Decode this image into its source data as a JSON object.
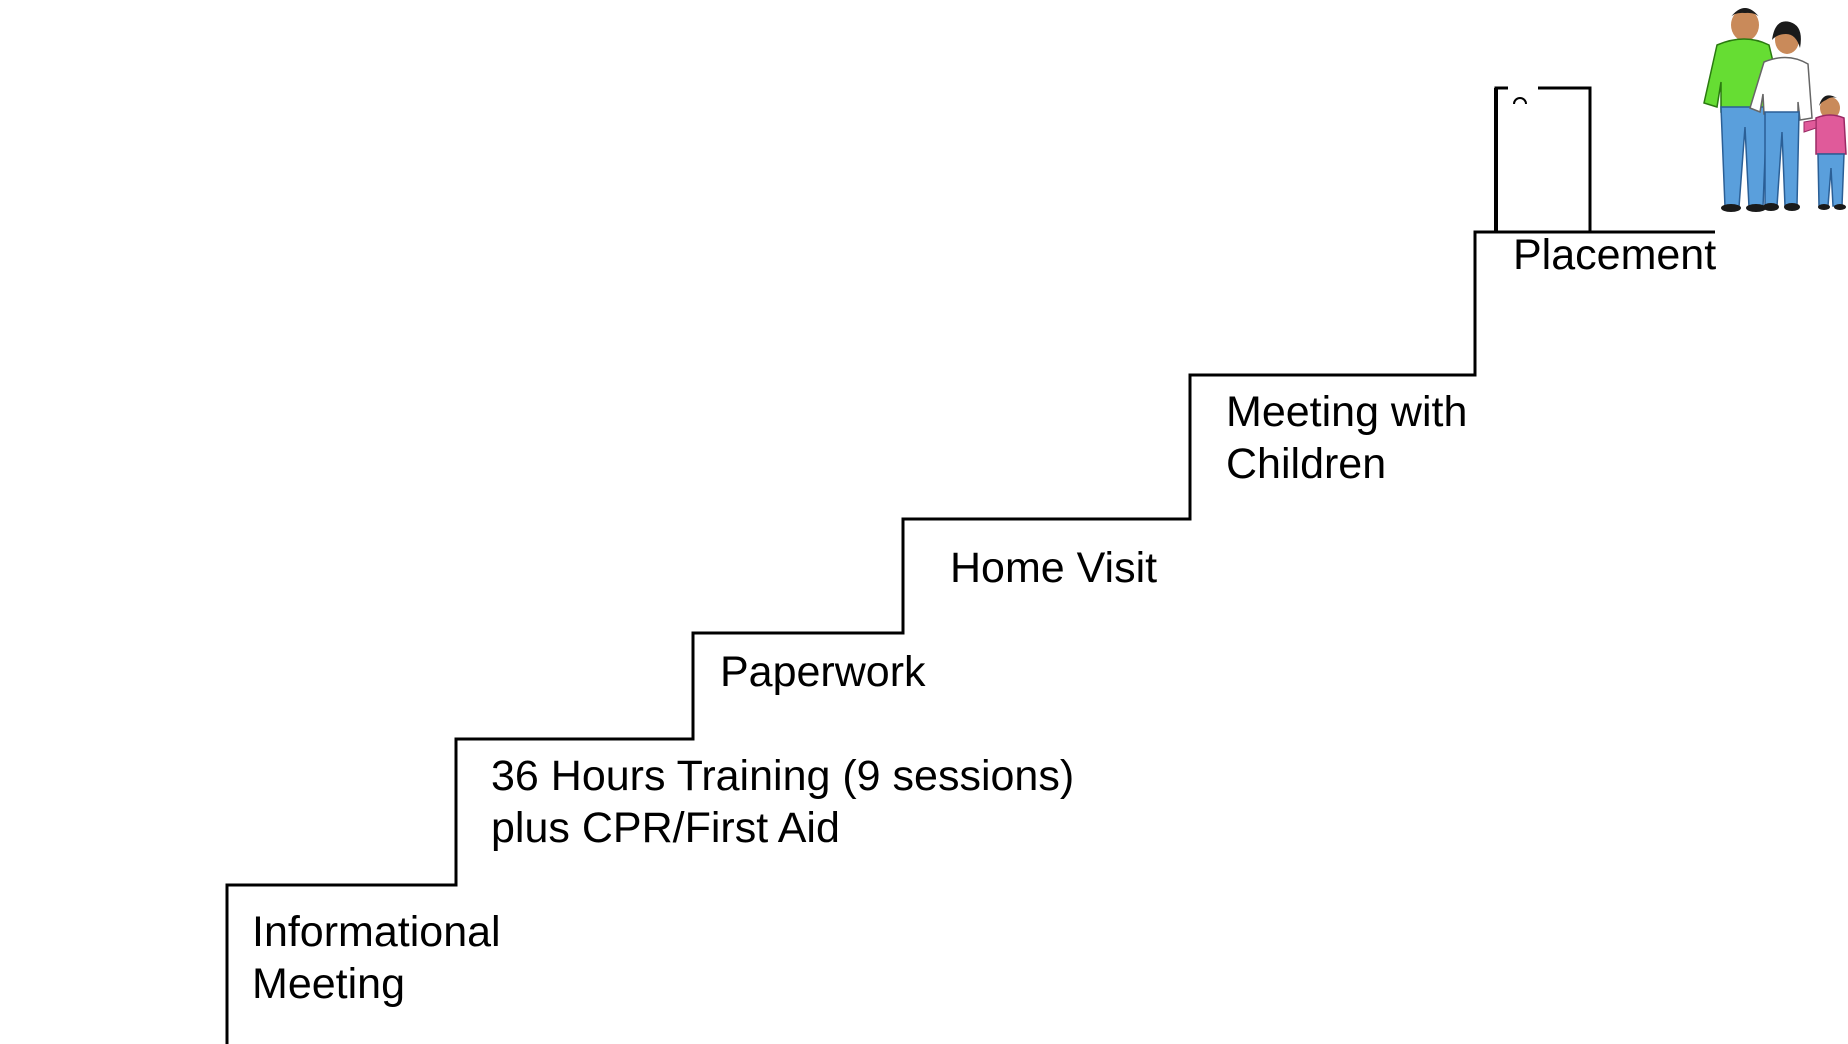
{
  "steps": [
    {
      "lines": [
        "Informational",
        "Meeting"
      ]
    },
    {
      "lines": [
        "36 Hours Training (9 sessions)",
        "plus CPR/First Aid"
      ]
    },
    {
      "lines": [
        "Paperwork"
      ]
    },
    {
      "lines": [
        "Home Visit"
      ]
    },
    {
      "lines": [
        "Meeting with",
        "Children"
      ]
    },
    {
      "lines": [
        "Placement"
      ]
    }
  ],
  "illustration": {
    "door": "door-icon",
    "family": "family-icon"
  },
  "colors": {
    "line": "#000000",
    "father_shirt": "#66dd33",
    "pants": "#5a9fdc",
    "mother_shirt": "#ffffff",
    "child_shirt": "#e05a9a",
    "hair": "#1a1a1a"
  }
}
